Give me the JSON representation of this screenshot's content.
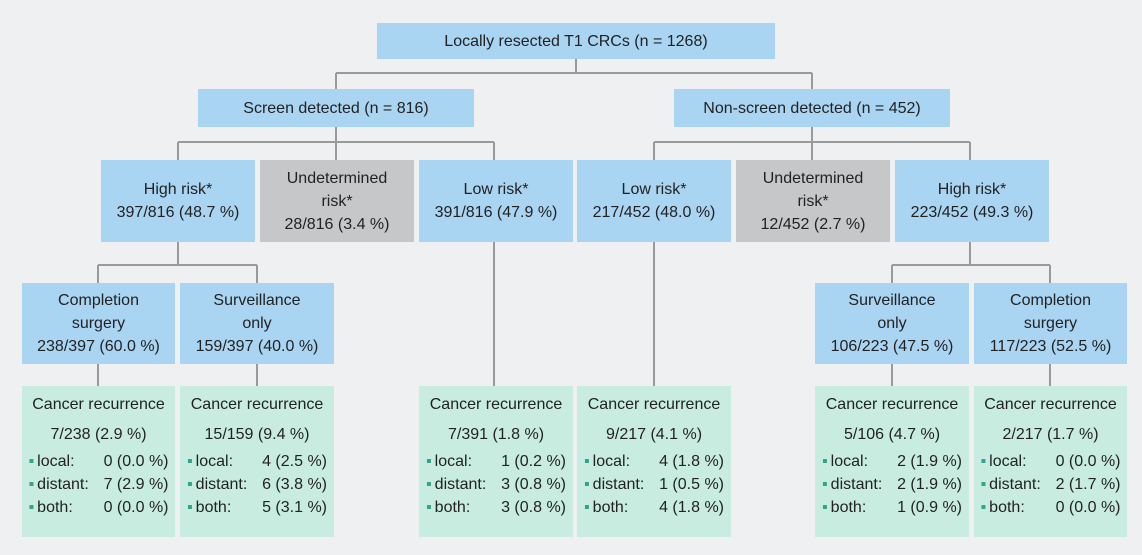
{
  "root": {
    "label": "Locally resected T1 CRCs (n = 1268)"
  },
  "screen": {
    "label": "Screen detected (n = 816)"
  },
  "nonscreen": {
    "label": "Non-screen detected (n = 452)"
  },
  "risk": {
    "s_high": {
      "l1": "High risk*",
      "l2": "397/816 (48.7 %)"
    },
    "s_und": {
      "l1": "Undetermined",
      "l2": "risk*",
      "l3": "28/816 (3.4 %)"
    },
    "s_low": {
      "l1": "Low risk*",
      "l2": "391/816 (47.9 %)"
    },
    "n_low": {
      "l1": "Low risk*",
      "l2": "217/452 (48.0 %)"
    },
    "n_und": {
      "l1": "Undetermined",
      "l2": "risk*",
      "l3": "12/452 (2.7 %)"
    },
    "n_high": {
      "l1": "High risk*",
      "l2": "223/452 (49.3 %)"
    }
  },
  "treatment": {
    "s_comp": {
      "l1": "Completion",
      "l2": "surgery",
      "l3": "238/397 (60.0 %)"
    },
    "s_surv": {
      "l1": "Surveillance",
      "l2": "only",
      "l3": "159/397 (40.0 %)"
    },
    "n_surv": {
      "l1": "Surveillance",
      "l2": "only",
      "l3": "106/223 (47.5 %)"
    },
    "n_comp": {
      "l1": "Completion",
      "l2": "surgery",
      "l3": "117/223 (52.5 %)"
    }
  },
  "recurrence_header": "Cancer recurrence",
  "stat_labels": {
    "local": "local:",
    "distant": "distant:",
    "both": "both:"
  },
  "recurrence": [
    {
      "fraction": "7/238 (2.9 %)",
      "local": "0 (0.0 %)",
      "distant": "7 (2.9 %)",
      "both": "0 (0.0 %)"
    },
    {
      "fraction": "15/159 (9.4 %)",
      "local": "4 (2.5 %)",
      "distant": "6 (3.8 %)",
      "both": "5 (3.1 %)"
    },
    {
      "fraction": "7/391 (1.8 %)",
      "local": "1 (0.2 %)",
      "distant": "3 (0.8 %)",
      "both": "3 (0.8 %)"
    },
    {
      "fraction": "9/217 (4.1 %)",
      "local": "4 (1.8 %)",
      "distant": "1 (0.5 %)",
      "both": "4 (1.8 %)"
    },
    {
      "fraction": "5/106 (4.7 %)",
      "local": "2 (1.9 %)",
      "distant": "2 (1.9 %)",
      "both": "1 (0.9 %)"
    },
    {
      "fraction": "2/217 (1.7 %)",
      "local": "0 (0.0 %)",
      "distant": "2 (1.7 %)",
      "both": "0 (0.0 %)"
    }
  ],
  "colors": {
    "background": "#eef0f1",
    "node_blue": "#a9d4f2",
    "node_grey": "#c6c7c8",
    "node_green": "#c9ece0",
    "connector": "#9a9a9a",
    "bullet": "#2ea58a"
  }
}
